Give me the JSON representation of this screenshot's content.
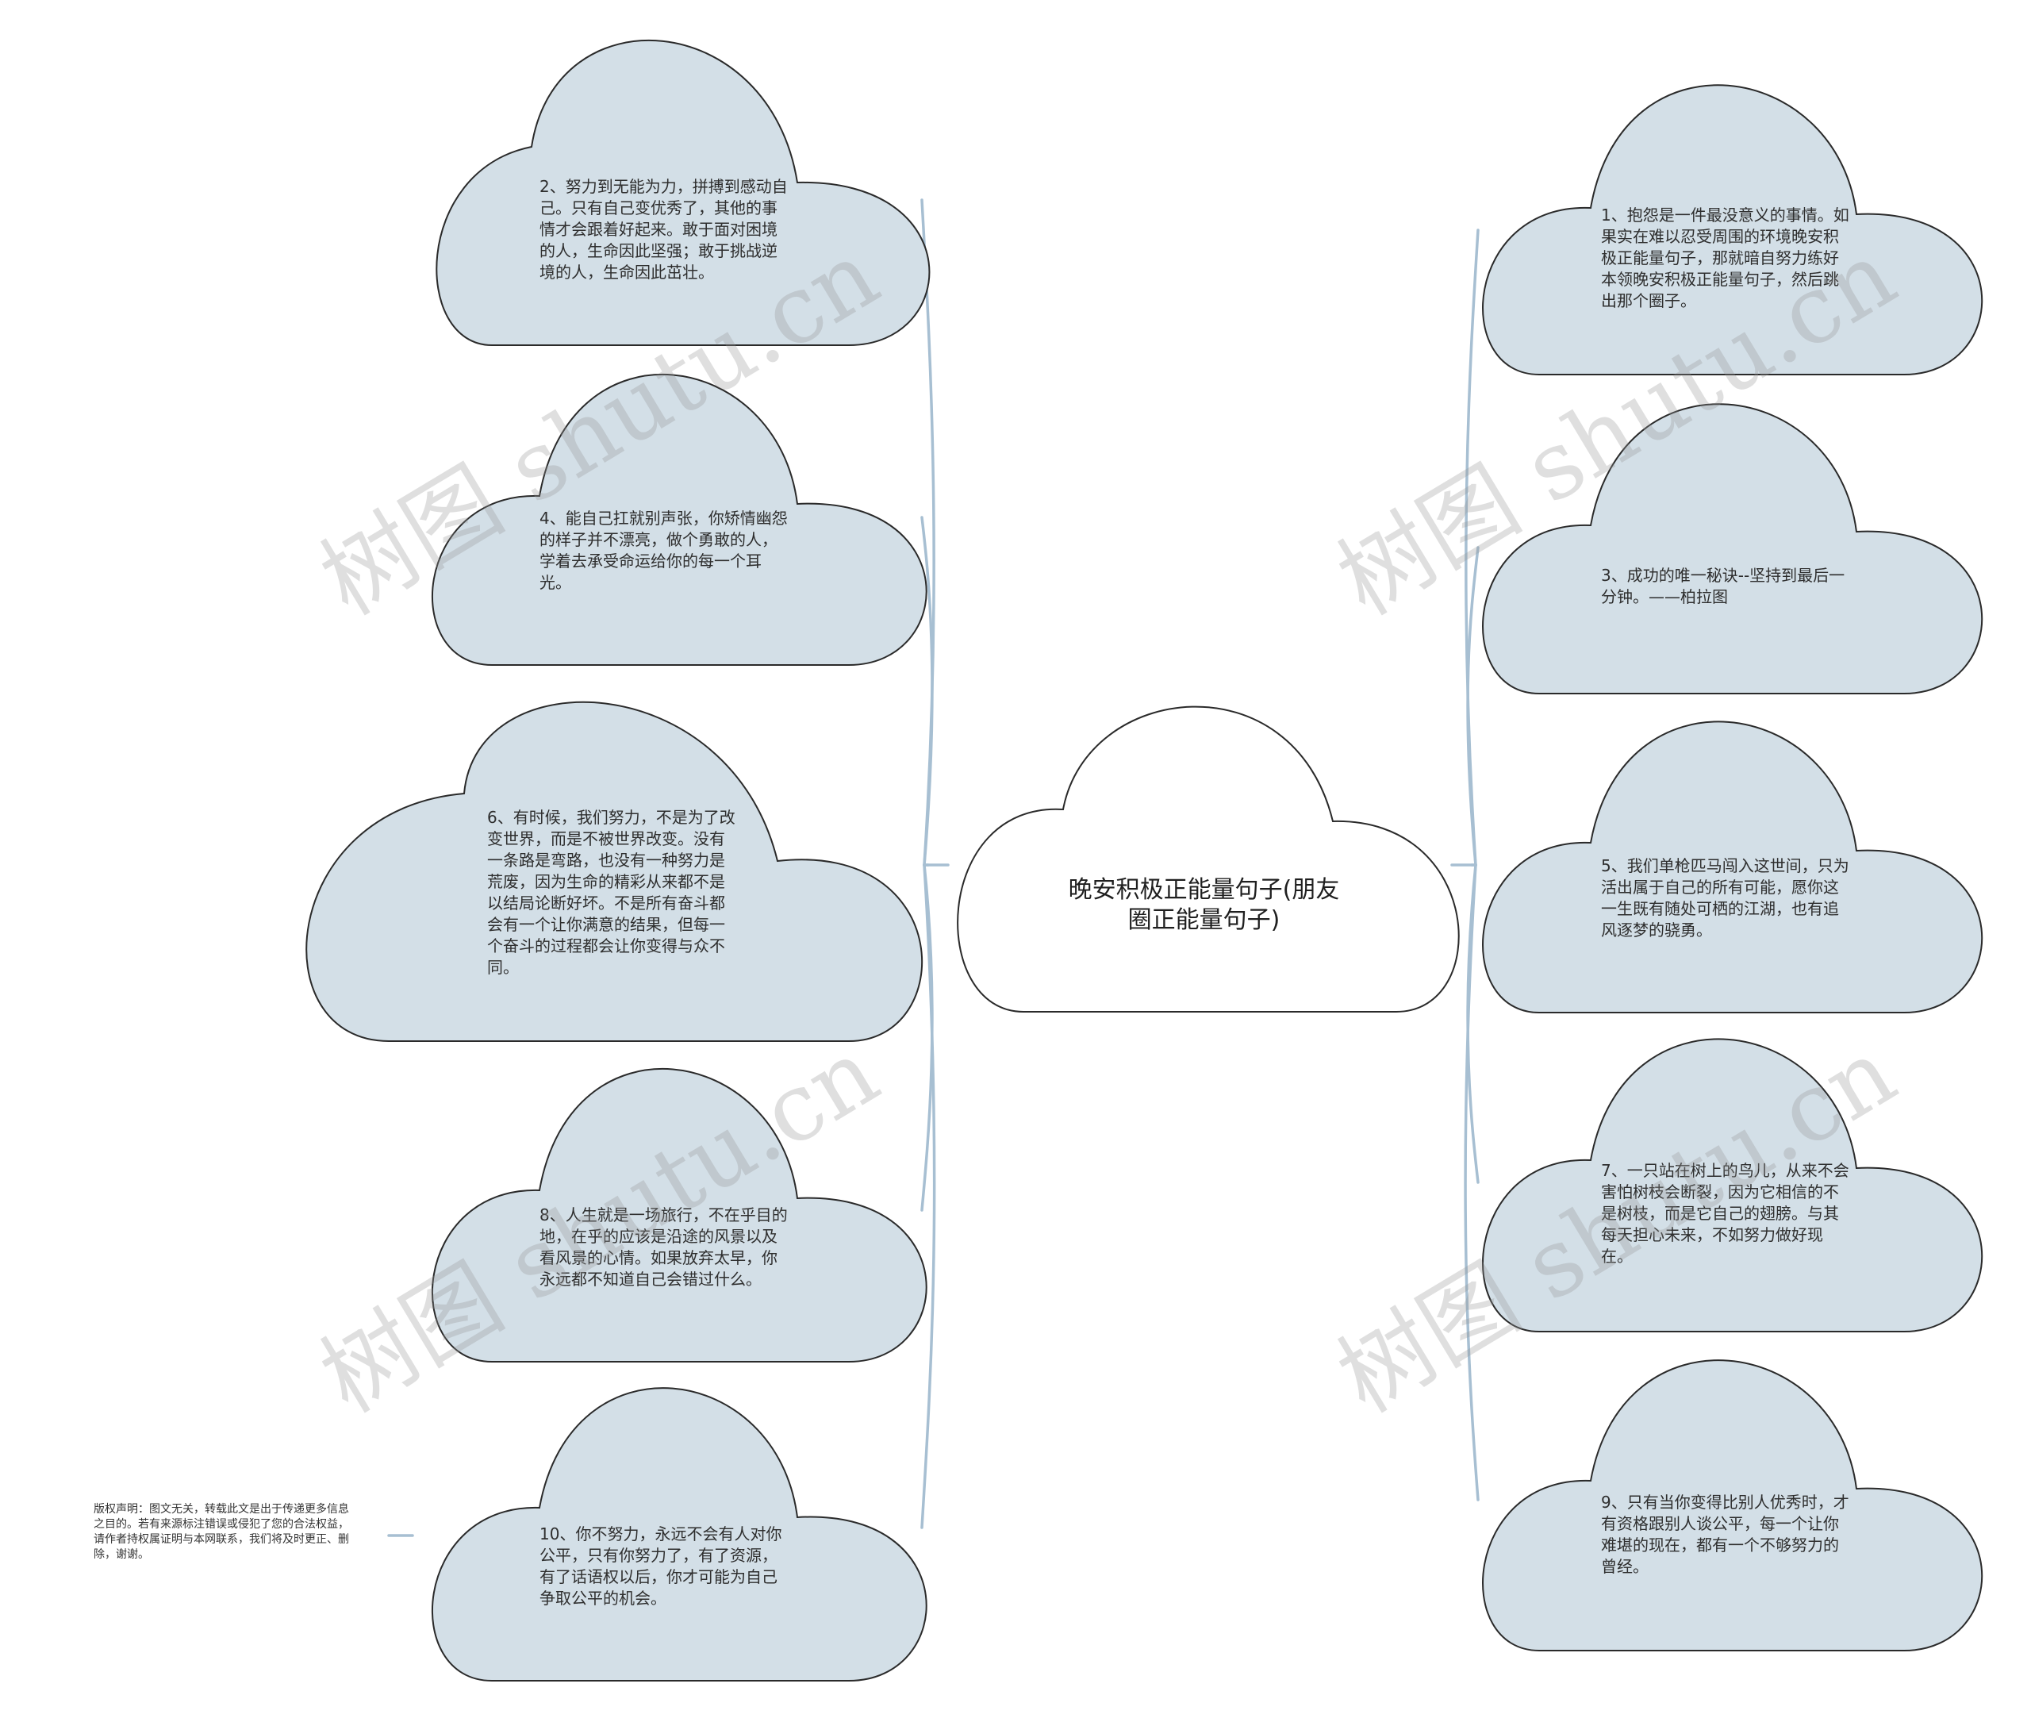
{
  "center": {
    "title": "晚安积极正能量句子(朋友圈正能量句子)"
  },
  "left_nodes": [
    {
      "text": "2、努力到无能为力，拼搏到感动自己。只有自己变优秀了，其他的事情才会跟着好起来。敢于面对困境的人，生命因此坚强；敢于挑战逆境的人，生命因此茁壮。"
    },
    {
      "text": "4、能自己扛就别声张，你矫情幽怨的样子并不漂亮，做个勇敢的人，学着去承受命运给你的每一个耳光。"
    },
    {
      "text": "6、有时候，我们努力，不是为了改变世界，而是不被世界改变。没有一条路是弯路，也没有一种努力是荒废，因为生命的精彩从来都不是以结局论断好坏。不是所有奋斗都会有一个让你满意的结果，但每一个奋斗的过程都会让你变得与众不同。"
    },
    {
      "text": "8、人生就是一场旅行，不在乎目的地，在乎的应该是沿途的风景以及看风景的心情。如果放弃太早，你永远都不知道自己会错过什么。"
    },
    {
      "text": "10、你不努力，永远不会有人对你公平，只有你努力了，有了资源，有了话语权以后，你才可能为自己争取公平的机会。"
    }
  ],
  "right_nodes": [
    {
      "text": "1、抱怨是一件最没意义的事情。如果实在难以忍受周围的环境晚安积极正能量句子，那就暗自努力练好本领晚安积极正能量句子，然后跳出那个圈子。"
    },
    {
      "text": "3、成功的唯一秘诀--坚持到最后一分钟。——柏拉图"
    },
    {
      "text": "5、我们单枪匹马闯入这世间，只为活出属于自己的所有可能，愿你这一生既有随处可栖的江湖，也有追风逐梦的骁勇。"
    },
    {
      "text": "7、一只站在树上的鸟儿，从来不会害怕树枝会断裂，因为它相信的不是树枝，而是它自己的翅膀。与其每天担心未来，不如努力做好现在。"
    },
    {
      "text": "9、只有当你变得比别人优秀时，才有资格跟别人谈公平，每一个让你难堪的现在，都有一个不够努力的曾经。"
    }
  ],
  "copyright": "版权声明：图文无关，转载此文是出于传递更多信息之目的。若有来源标注错误或侵犯了您的合法权益，请作者持权属证明与本网联系，我们将及时更正、删除，谢谢。",
  "watermark": "树图 shutu.cn",
  "colors": {
    "cloud_fill": "#d3dfe7",
    "connector": "#a7bfd2",
    "outline": "#2a2a2a"
  }
}
